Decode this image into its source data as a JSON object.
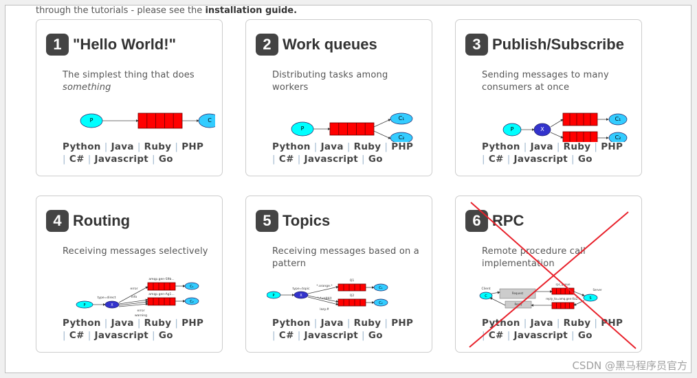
{
  "intro": {
    "text": "through the tutorials - please see the ",
    "link": "installation guide."
  },
  "cards": [
    {
      "number": "1",
      "title": "\"Hello World!\"",
      "desc": "The simplest thing that does ",
      "desc_em": "something",
      "diagram": "simple",
      "labels": [
        "P",
        "C"
      ],
      "crossed": false
    },
    {
      "number": "2",
      "title": "Work queues",
      "desc": "Distributing tasks among workers",
      "desc_em": "",
      "diagram": "work",
      "labels": [
        "P",
        "C₁",
        "C₂"
      ],
      "crossed": false
    },
    {
      "number": "3",
      "title": "Publish/Subscribe",
      "desc": "Sending messages to many consumers at once",
      "desc_em": "",
      "diagram": "pubsub",
      "labels": [
        "P",
        "X",
        "C₁",
        "C₂"
      ],
      "crossed": false
    },
    {
      "number": "4",
      "title": "Routing",
      "desc": "Receiving messages selectively",
      "desc_em": "",
      "diagram": "routing",
      "labels": [
        "P",
        "X",
        "C₁",
        "C₂",
        "type=direct",
        "amqp.gen-S9b...",
        "amqp.gen-Ag1...",
        "error",
        "info",
        "error",
        "warning"
      ],
      "crossed": false
    },
    {
      "number": "5",
      "title": "Topics",
      "desc": "Receiving messages based on a pattern",
      "desc_em": "",
      "diagram": "topics",
      "labels": [
        "P",
        "X",
        "C₁",
        "C₂",
        "type=topic",
        "Q1",
        "Q2",
        "*.orange.*",
        "*.*.rabbit",
        "lazy.#"
      ],
      "crossed": false
    },
    {
      "number": "6",
      "title": "RPC",
      "desc": "Remote procedure call implementation",
      "desc_em": "",
      "diagram": "rpc",
      "labels": [
        "C",
        "S",
        "Client",
        "Server",
        "rpc_queue",
        "reply_to=amq.gen-Xa2...",
        "Request",
        "Reply"
      ],
      "crossed": true
    }
  ],
  "languages": [
    "Python",
    "Java",
    "Ruby",
    "PHP",
    "C#",
    "Javascript",
    "Go"
  ],
  "watermark": "CSDN @黑马程序员官方",
  "colors": {
    "queue": "#ff0000",
    "producer": "#00ffff",
    "consumer": "#33ccff",
    "exchange": "#3333cc",
    "cross": "#e8202a"
  }
}
